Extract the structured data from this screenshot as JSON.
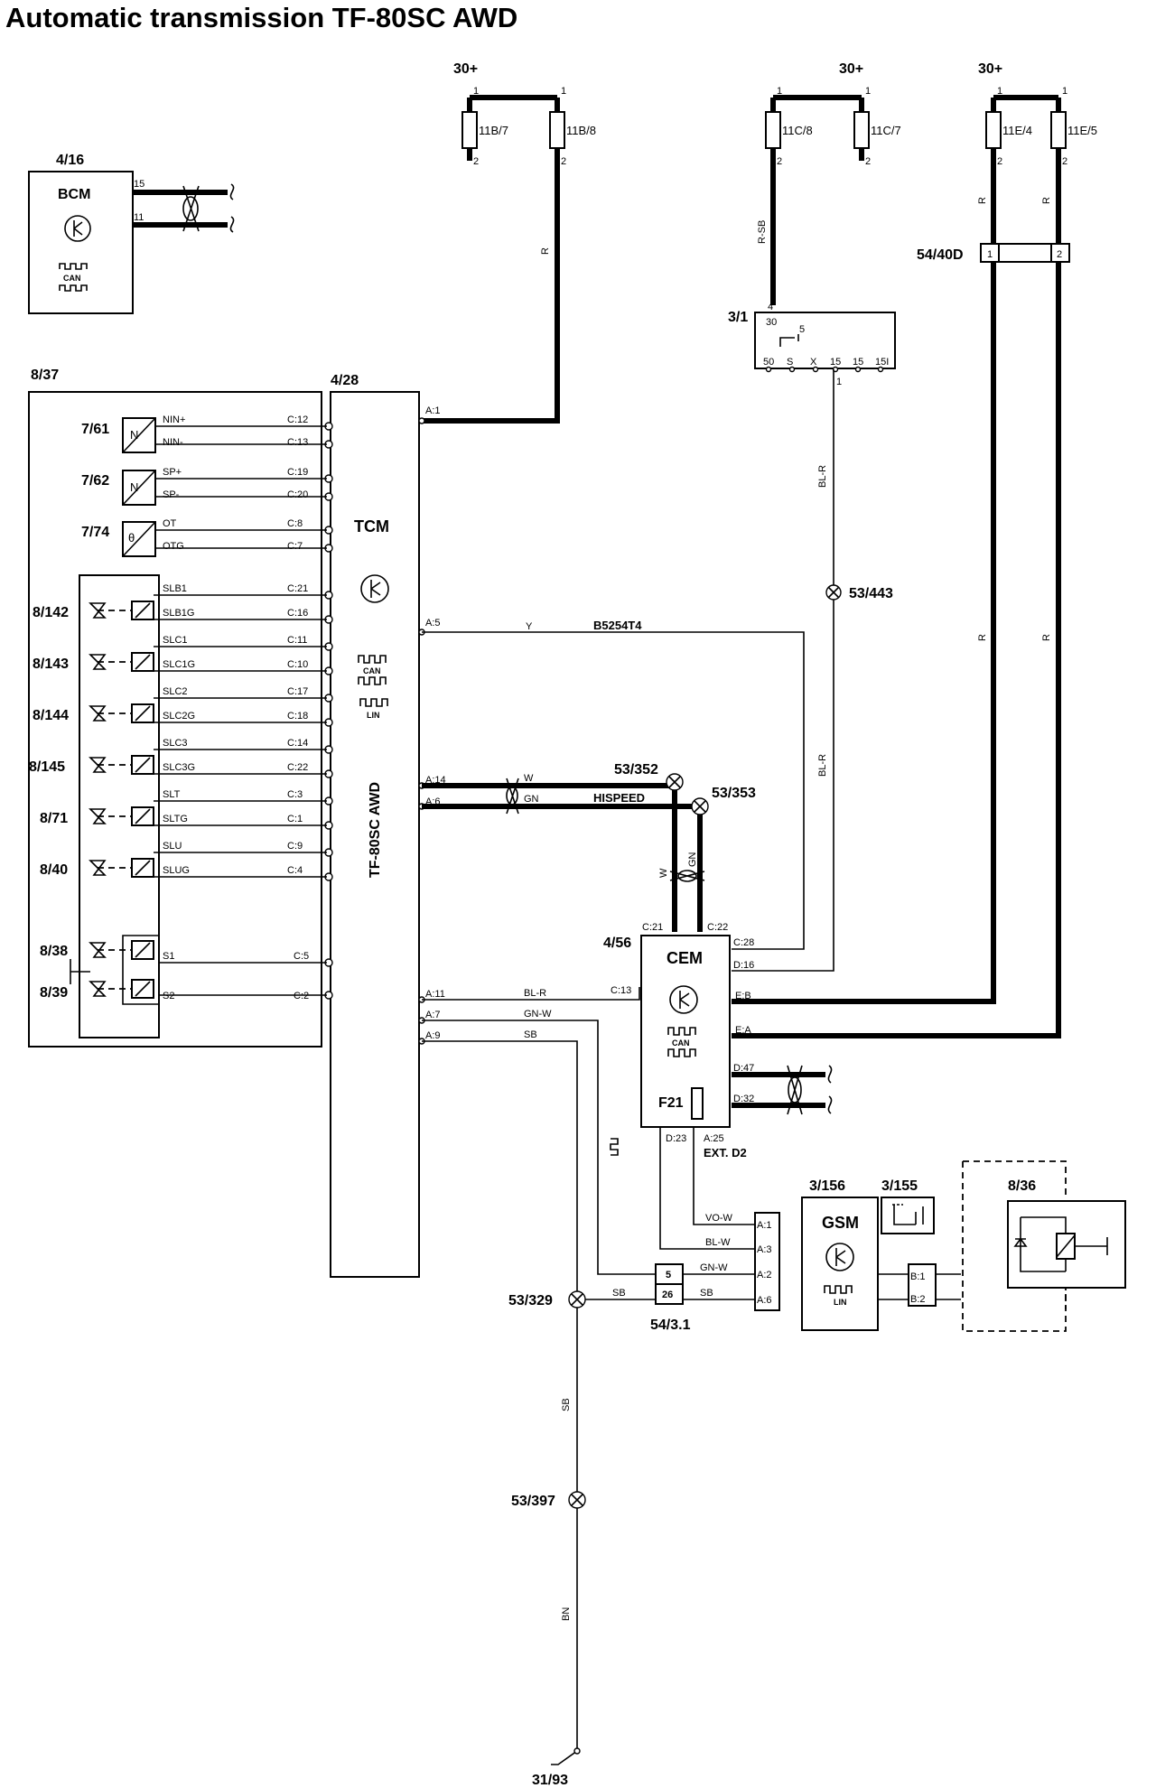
{
  "title": "Automatic transmission TF-80SC AWD",
  "supply": {
    "left": "30+",
    "middle": "30+",
    "right": "30+"
  },
  "fuses": {
    "f11b7": "11B/7",
    "f11b8": "11B/8",
    "f11c8": "11C/8",
    "f11c7": "11C/7",
    "f11e4": "11E/4",
    "f11e5": "11E/5",
    "pin1": "1",
    "pin2": "2"
  },
  "bcm": {
    "ref": "4/16",
    "name": "BCM",
    "pin15": "15",
    "pin11": "11",
    "can": "CAN"
  },
  "gearbox": {
    "ref": "8/37"
  },
  "tcm": {
    "ref": "4/28",
    "name": "TCM",
    "model": "TF-80SC AWD",
    "can": "CAN",
    "lin": "LIN",
    "a1": "A:1",
    "a5": "A:5",
    "a14": "A:14",
    "a6": "A:6",
    "a11": "A:11",
    "a7": "A:7",
    "a9": "A:9"
  },
  "sensors": [
    {
      "ref": "7/61",
      "sym": "N",
      "sig1": "NIN+",
      "pin1": "C:12",
      "sig2": "NIN-",
      "pin2": "C:13"
    },
    {
      "ref": "7/62",
      "sym": "N",
      "sig1": "SP+",
      "pin1": "C:19",
      "sig2": "SP-",
      "pin2": "C:20"
    },
    {
      "ref": "7/74",
      "sym": "θ",
      "sig1": "OT",
      "pin1": "C:8",
      "sig2": "OTG",
      "pin2": "C:7"
    }
  ],
  "solenoids": [
    {
      "ref": "8/142",
      "sig1": "SLB1",
      "pin1": "C:21",
      "sig2": "SLB1G",
      "pin2": "C:16"
    },
    {
      "ref": "8/143",
      "sig1": "SLC1",
      "pin1": "C:11",
      "sig2": "SLC1G",
      "pin2": "C:10"
    },
    {
      "ref": "8/144",
      "sig1": "SLC2",
      "pin1": "C:17",
      "sig2": "SLC2G",
      "pin2": "C:18"
    },
    {
      "ref": "8/145",
      "sig1": "SLC3",
      "pin1": "C:14",
      "sig2": "SLC3G",
      "pin2": "C:22"
    },
    {
      "ref": "8/71",
      "sig1": "SLT",
      "pin1": "C:3",
      "sig2": "SLTG",
      "pin2": "C:1"
    },
    {
      "ref": "8/40",
      "sig1": "SLU",
      "pin1": "C:9",
      "sig2": "SLUG",
      "pin2": "C:4"
    }
  ],
  "shift_solenoids": [
    {
      "ref": "8/38",
      "sig": "S1",
      "pin": "C:5"
    },
    {
      "ref": "8/39",
      "sig": "S2",
      "pin": "C:2"
    }
  ],
  "wires": {
    "r": "R",
    "rsb": "R-SB",
    "blr": "BL-R",
    "y": "Y",
    "w": "W",
    "gn": "GN",
    "gnw": "GN-W",
    "sb": "SB",
    "bn": "BN",
    "vow": "VO-W",
    "blw": "BL-W",
    "b5254t4": "B5254T4",
    "hispeed": "HISPEED"
  },
  "ignition": {
    "ref": "3/1",
    "pin30": "30",
    "pin4": "4",
    "pin5": "5",
    "pin1": "1",
    "bottom_pins": [
      "50",
      "S",
      "X",
      "15",
      "15",
      "15I"
    ]
  },
  "connector_54_40d": {
    "ref": "54/40D",
    "pin1": "1",
    "pin2": "2"
  },
  "splices": {
    "s443": "53/443",
    "s352": "53/352",
    "s353": "53/353",
    "s329": "53/329",
    "s397": "53/397"
  },
  "cem": {
    "ref": "4/56",
    "name": "CEM",
    "can": "CAN",
    "fuse": "F21",
    "ext": "EXT. D2",
    "c21": "C:21",
    "c22": "C:22",
    "c28": "C:28",
    "d16": "D:16",
    "c13": "C:13",
    "eb": "E:B",
    "ea": "E:A",
    "d47": "D:47",
    "d32": "D:32",
    "d23": "D:23",
    "a25": "A:25"
  },
  "gsm": {
    "ref": "3/156",
    "name": "GSM",
    "lin": "LIN",
    "a1": "A:1",
    "a3": "A:3",
    "a2": "A:2",
    "a6": "A:6",
    "b1": "B:1",
    "b2": "B:2"
  },
  "switch_3_155": {
    "ref": "3/155"
  },
  "relay_8_36": {
    "ref": "8/36"
  },
  "connector_54_3_1": {
    "ref": "54/3.1",
    "pin5": "5",
    "pin26": "26"
  },
  "ground": {
    "ref": "31/93"
  }
}
